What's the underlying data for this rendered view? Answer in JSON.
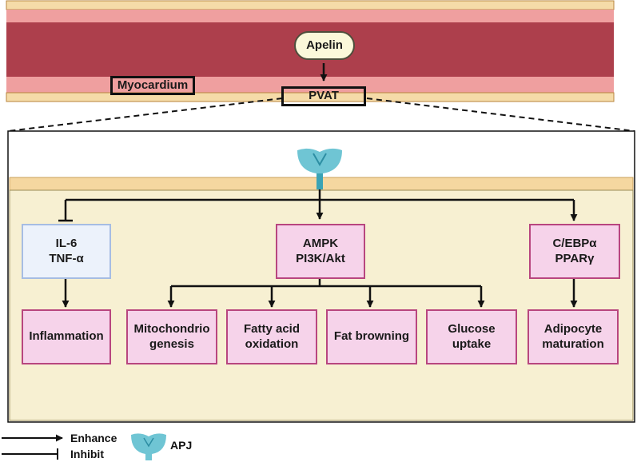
{
  "labels": {
    "apelin": "Apelin",
    "myocardium": "Myocardium",
    "pvat": "PVAT",
    "inflammatory": "IL-6\nTNF-α",
    "ampk": "AMPK\nPI3K/Akt",
    "cebp": "C/EBPα\nPPARγ",
    "inflammation": "Inflammation",
    "mito": "Mitochondrio\ngenesis",
    "fatty": "Fatty acid\noxidation",
    "browning": "Fat browning",
    "glucose": "Glucose\nuptake",
    "adipocyte": "Adipocyte\nmaturation"
  },
  "legend": {
    "enhance": "Enhance",
    "inhibit": "Inhibit",
    "apj": "APJ"
  },
  "colors": {
    "vessel_wall": "#f5dba8",
    "vessel_lumen": "#ad3f4c",
    "vessel_intima": "#ef9f9f",
    "pvat_tissue": "#f7f0d2",
    "node_fill": "#f6d3ea",
    "node_border": "#b8467f",
    "inhibit_node_fill": "#ecf2fb",
    "receptor": "#6fc5d4"
  }
}
